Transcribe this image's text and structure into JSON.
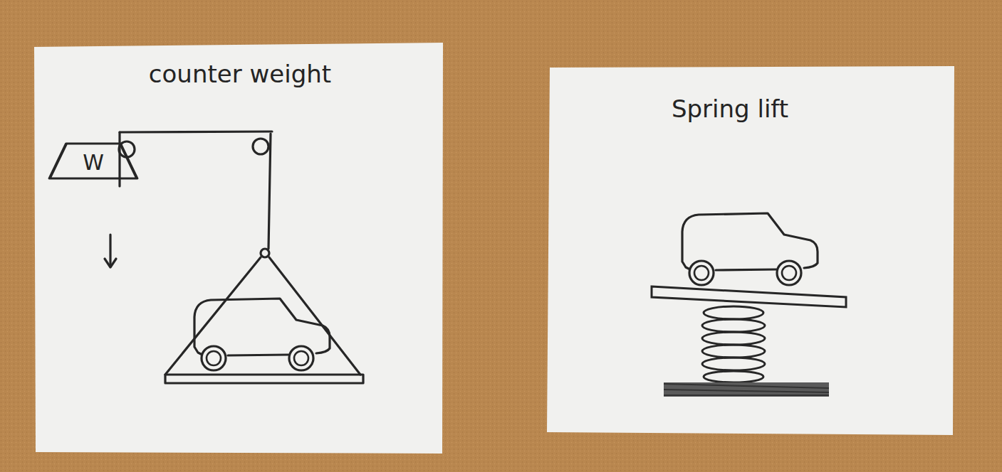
{
  "diagram": {
    "nodes": [
      {
        "text": [
          "counter weight"
        ]
      },
      {
        "text": [
          "W"
        ],
        "in": 0
      },
      {
        "text": [
          "Spring lift"
        ]
      }
    ]
  }
}
